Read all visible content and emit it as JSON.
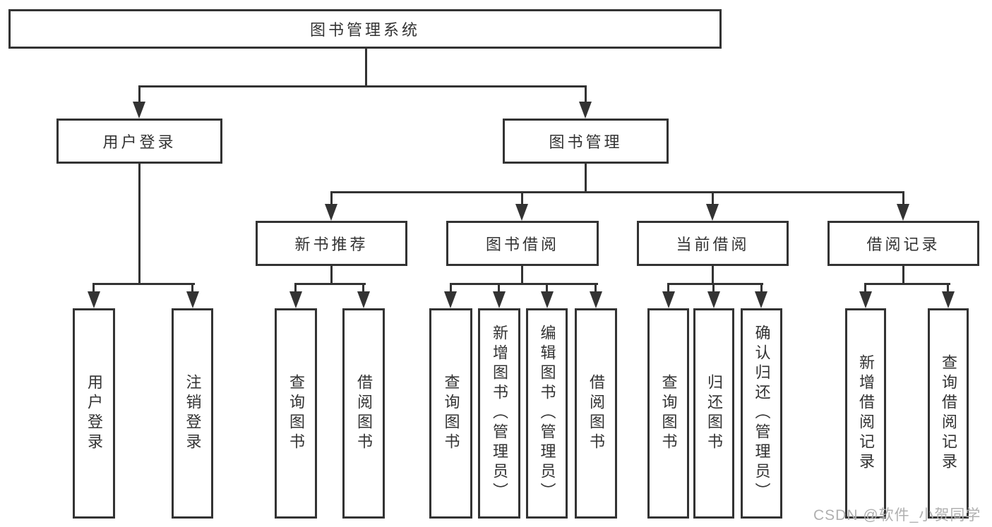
{
  "diagram": {
    "type": "hierarchy",
    "root": {
      "label": "图书管理系统",
      "children": [
        {
          "label": "用户登录",
          "children": [
            {
              "label": "用户登录"
            },
            {
              "label": "注销登录"
            }
          ]
        },
        {
          "label": "图书管理",
          "children": [
            {
              "label": "新书推荐",
              "children": [
                {
                  "label": "查询图书"
                },
                {
                  "label": "借阅图书"
                }
              ]
            },
            {
              "label": "图书借阅",
              "children": [
                {
                  "label": "查询图书"
                },
                {
                  "label": "新增图书（管理员）"
                },
                {
                  "label": "编辑图书（管理员）"
                },
                {
                  "label": "借阅图书"
                }
              ]
            },
            {
              "label": "当前借阅",
              "children": [
                {
                  "label": "查询图书"
                },
                {
                  "label": "归还图书"
                },
                {
                  "label": "确认归还（管理员）"
                }
              ]
            },
            {
              "label": "借阅记录",
              "children": [
                {
                  "label": "新增借阅记录"
                },
                {
                  "label": "查询借阅记录"
                }
              ]
            }
          ]
        }
      ]
    }
  },
  "watermark": "CSDN @软件_小贺同学",
  "colors": {
    "line": "#333333",
    "text": "#333333",
    "background": "#ffffff",
    "watermark": "#b0b0b0"
  }
}
